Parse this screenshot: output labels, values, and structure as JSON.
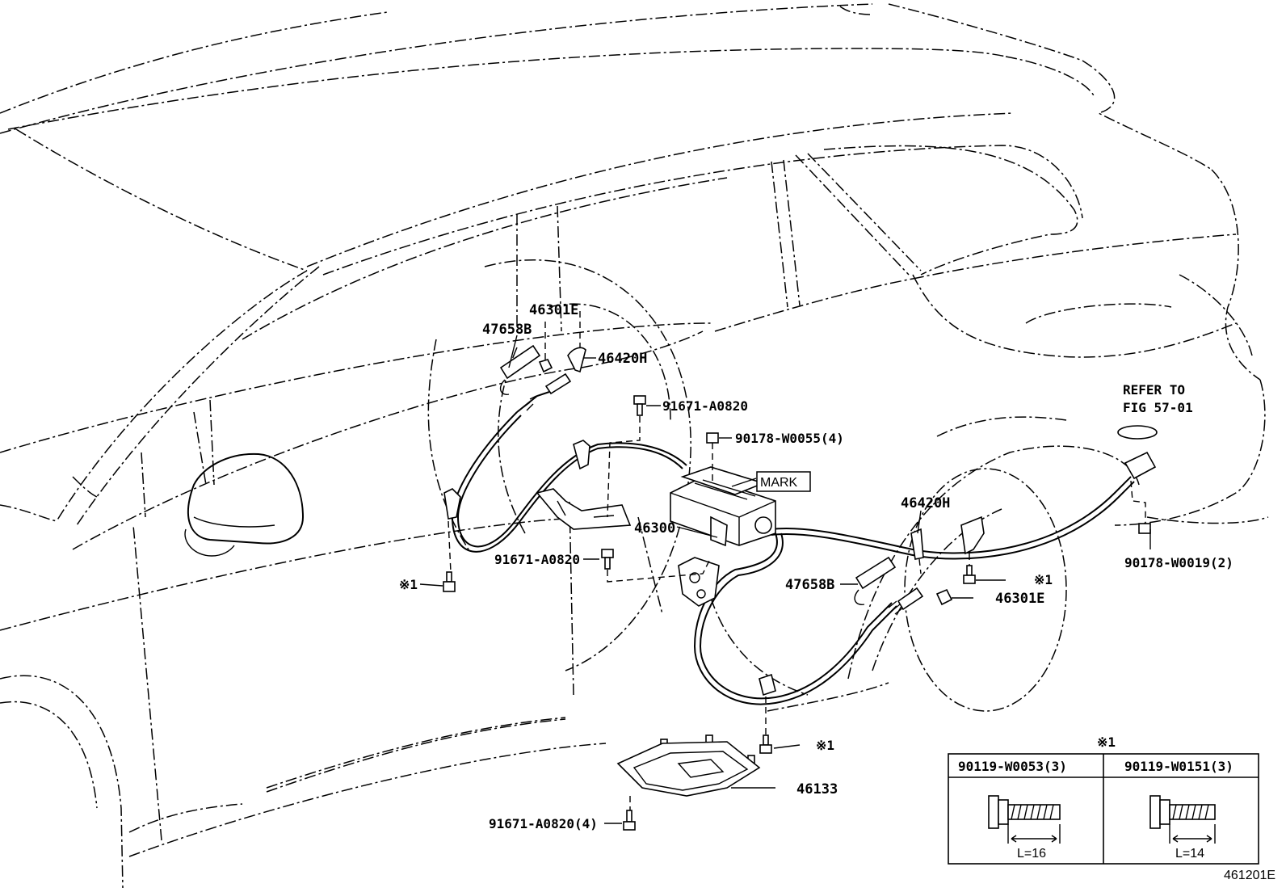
{
  "labels": {
    "p46301E_top": "46301E",
    "p47658B_top": "47658B",
    "p46420H_top": "46420H",
    "p91671_a": "91671-A0820",
    "p90178_w0055": "90178-W0055(4)",
    "mark": "MARK",
    "p46300": "46300",
    "p91671_b": "91671-A0820",
    "ref1_left": "※1",
    "p46420H_mid": "46420H",
    "p47658B_mid": "47658B",
    "p46301E_mid": "46301E",
    "ref1_mid": "※1",
    "refer_line1": "REFER TO",
    "refer_line2": "FIG 57-01",
    "p90178_w0019": "90178-W0019(2)",
    "ref1_low": "※1",
    "p46133": "46133",
    "p91671_c": "91671-A0820(4)",
    "figure_id": "461201E"
  },
  "inset": {
    "title": "※1",
    "columns": [
      {
        "part": "90119-W0053(3)",
        "length": "L=16"
      },
      {
        "part": "90119-W0151(3)",
        "length": "L=14"
      }
    ]
  }
}
